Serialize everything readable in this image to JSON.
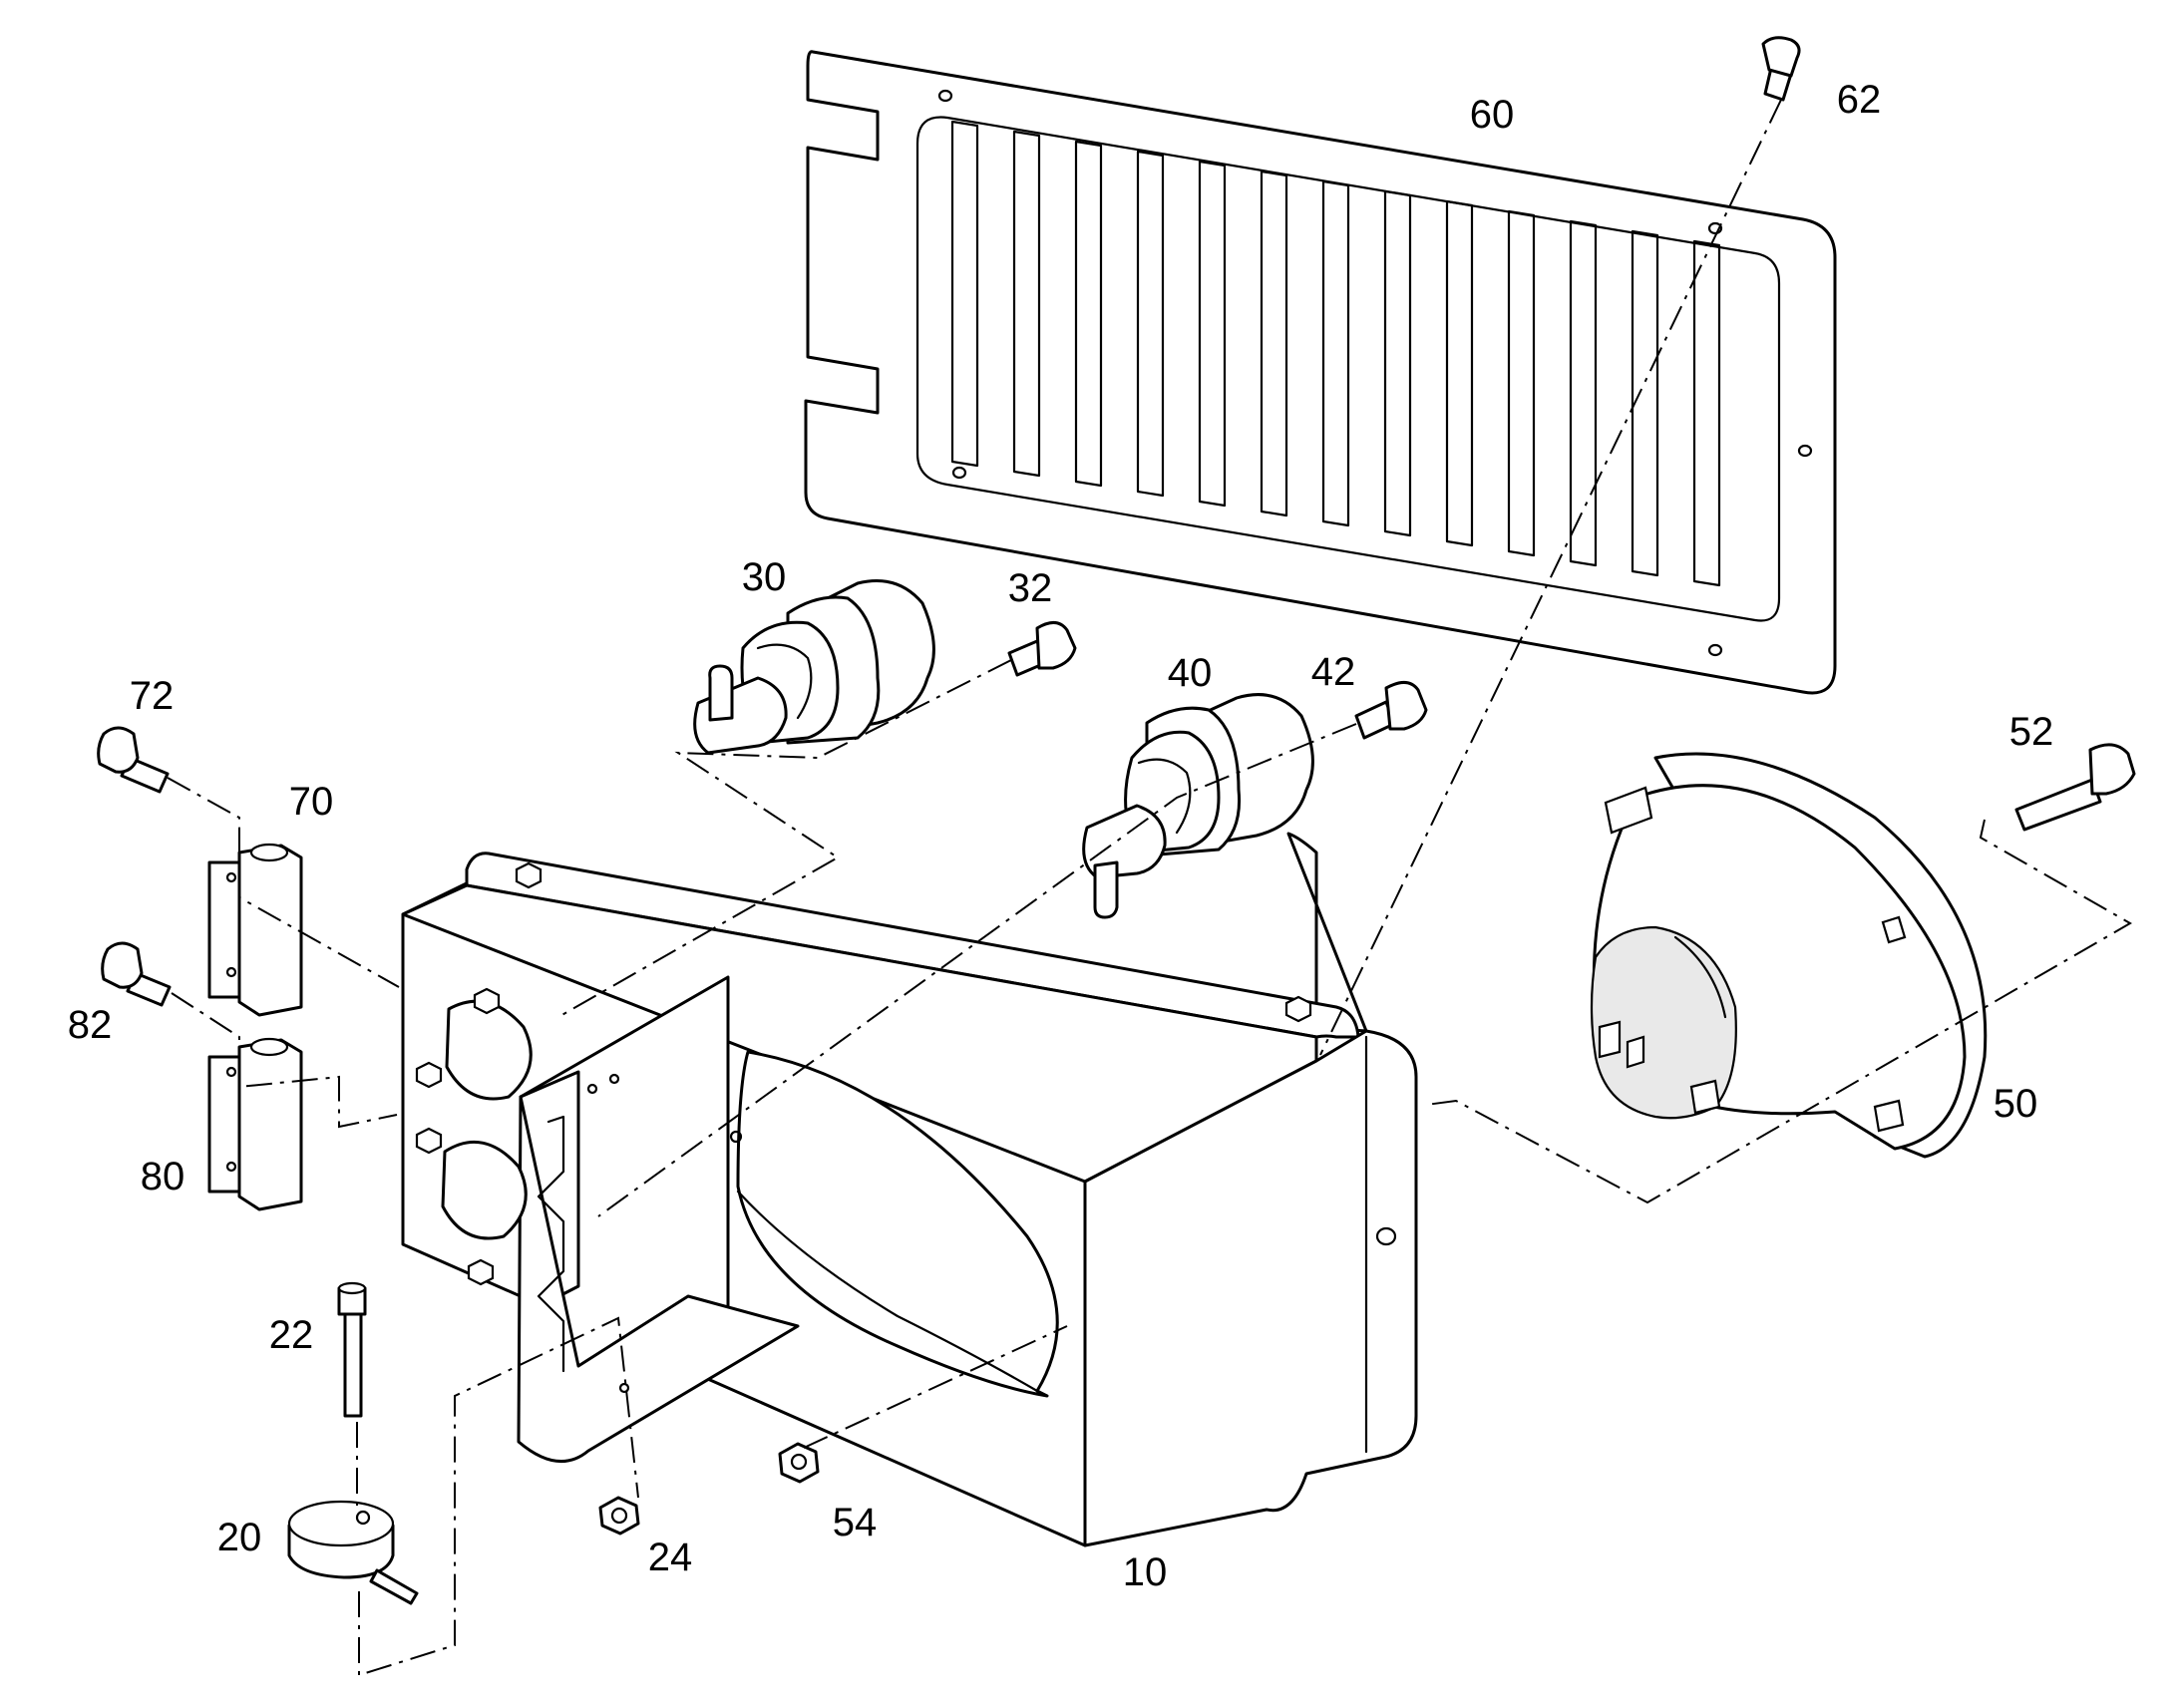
{
  "callouts": {
    "c10": "10",
    "c20": "20",
    "c22": "22",
    "c24": "24",
    "c30": "30",
    "c32": "32",
    "c40": "40",
    "c42": "42",
    "c50": "50",
    "c52": "52",
    "c54": "54",
    "c60": "60",
    "c62": "62",
    "c70": "70",
    "c72": "72",
    "c80": "80",
    "c82": "82"
  },
  "colors": {
    "line": "#000000",
    "background": "#ffffff"
  }
}
